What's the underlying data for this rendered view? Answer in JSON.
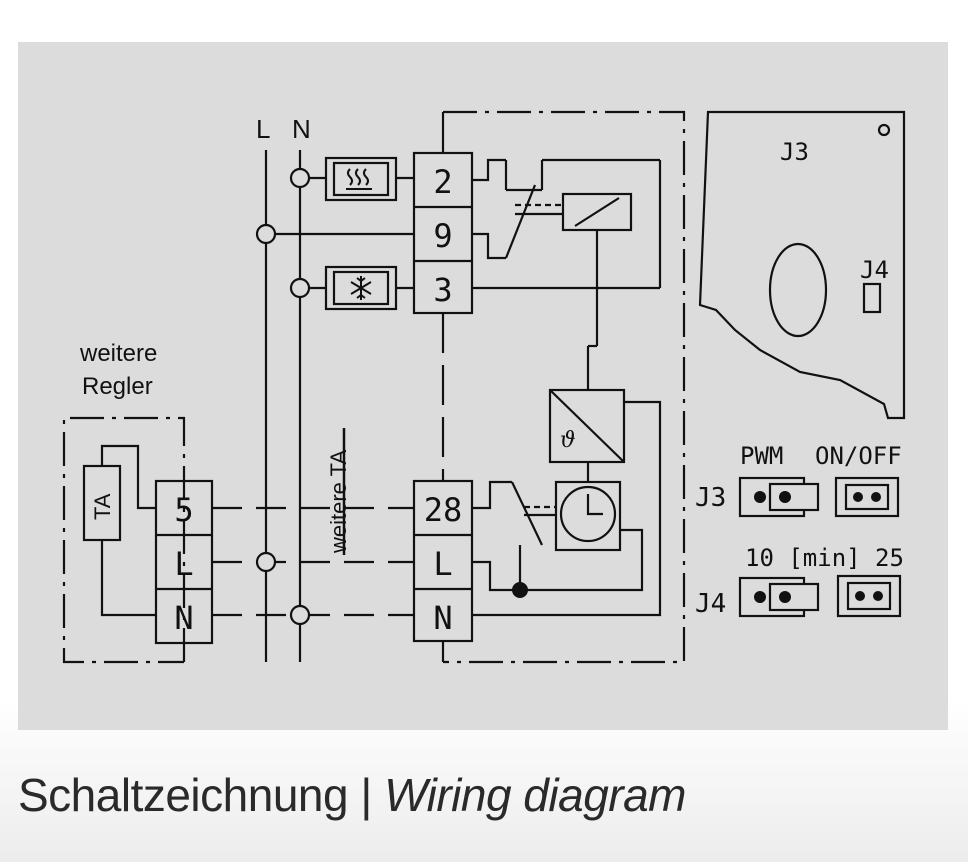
{
  "caption": {
    "de": "Schaltzeichnung",
    "separator": "|",
    "en": "Wiring diagram"
  },
  "mains": {
    "line": "L",
    "neutral": "N"
  },
  "main_terminals": [
    "2",
    "9",
    "3",
    "28",
    "L",
    "N"
  ],
  "aux_block": {
    "title_line1": "weitere",
    "title_line2": "Regler",
    "sensor": "TA",
    "terminals": [
      "5",
      "L",
      "N"
    ]
  },
  "bus_label": "weitere TA",
  "jumpers": {
    "board_label_j3": "J3",
    "board_label_j4": "J4",
    "j3": {
      "label": "J3",
      "option_left": "PWM",
      "option_right": "ON/OFF"
    },
    "j4": {
      "label": "J4",
      "header": "10 [min] 25"
    }
  },
  "symbols": {
    "heating": "heating-icon",
    "cooling": "snowflake-icon",
    "clock": "clock-icon",
    "thermostat": "theta-icon"
  },
  "colors": {
    "panel": "#dcdcdc",
    "ink": "#111111",
    "caption": "#2a2a2a"
  }
}
